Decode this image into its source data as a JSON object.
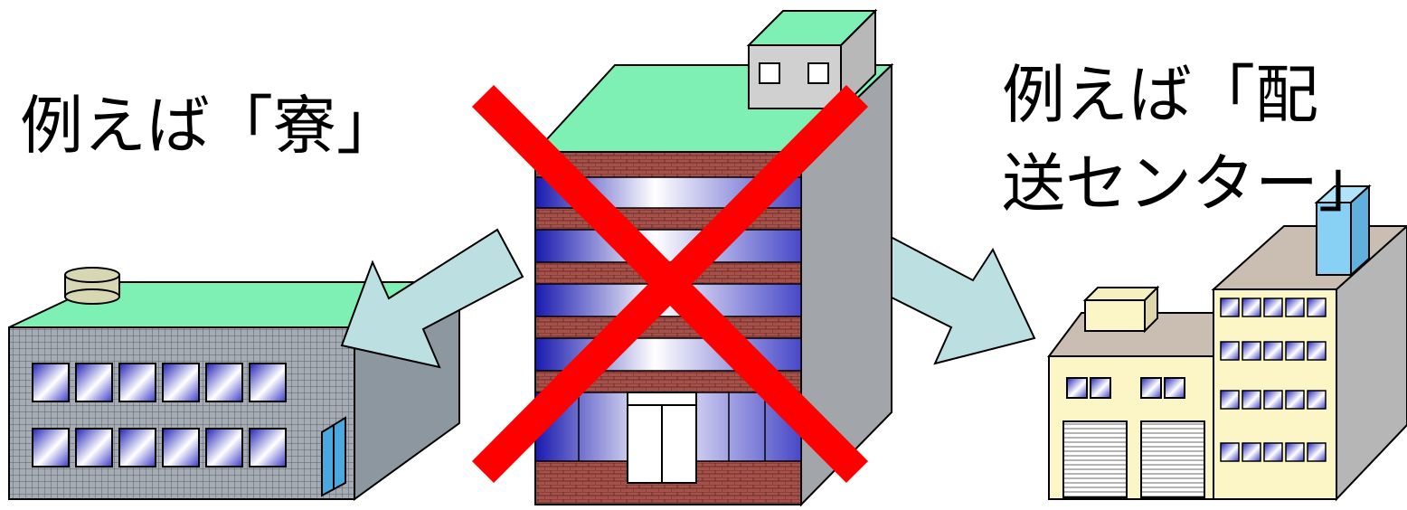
{
  "labels": {
    "left": "例えば「寮」",
    "right_line1": "例えば「配",
    "right_line2": "送センター」"
  },
  "colors": {
    "roof_green": "#7ef0b4",
    "arrow_fill": "#bce0e2",
    "cross_red": "#ff0000",
    "wall_grey": "#a2a6ab",
    "brick": "#a6514a",
    "window_blue": "#2222bb",
    "warehouse_wall": "#fcf6c6",
    "roof_tan": "#cabdb2",
    "tank_blue": "#88d0f4"
  },
  "icons": {
    "left_building": "dormitory-building-icon",
    "center_building": "office-building-icon",
    "cross": "cross-mark-icon",
    "right_building": "distribution-center-icon",
    "arrows": "arrow-icon"
  }
}
